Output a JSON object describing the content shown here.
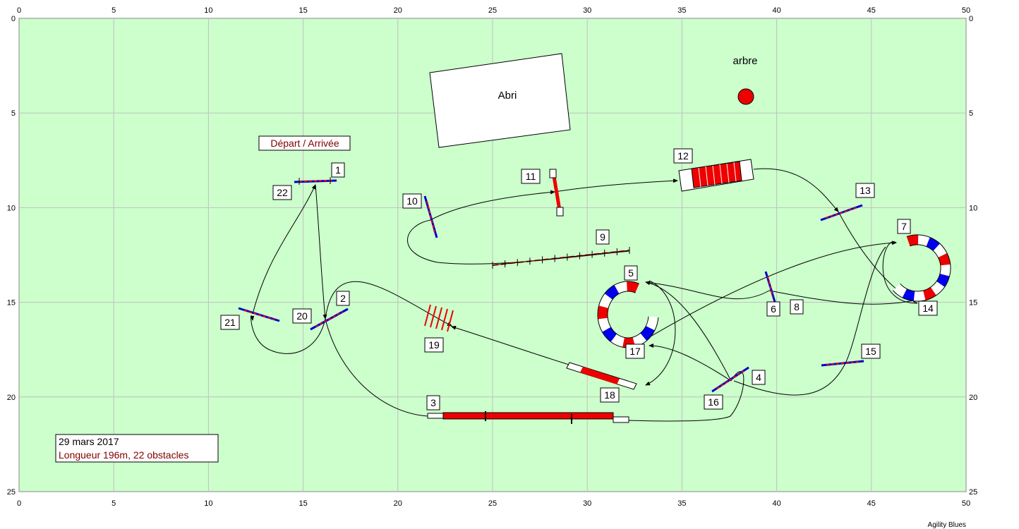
{
  "field": {
    "width_m": 50,
    "height_m": 25,
    "grid_step_m": 5,
    "x_ticks": [
      "0",
      "5",
      "10",
      "15",
      "20",
      "25",
      "30",
      "35",
      "40",
      "45",
      "50"
    ],
    "y_ticks": [
      "0",
      "5",
      "10",
      "15",
      "20",
      "25"
    ],
    "background_color": "#ccffcc",
    "grid_color": "#c0c0c0",
    "rail_color": "#0000cc",
    "bar_color": "#ee0000",
    "path_color": "#000000"
  },
  "labels": {
    "shelter": "Abri",
    "tree": "arbre",
    "start_finish": "Départ / Arrivée",
    "date": "29 mars 2017",
    "summary": "Longueur 196m, 22 obstacles",
    "software": "Agility Blues"
  },
  "obstacle_numbers": [
    "1",
    "2",
    "3",
    "4",
    "5",
    "6",
    "7",
    "8",
    "9",
    "10",
    "11",
    "12",
    "13",
    "14",
    "15",
    "16",
    "17",
    "18",
    "19",
    "20",
    "21",
    "22"
  ]
}
